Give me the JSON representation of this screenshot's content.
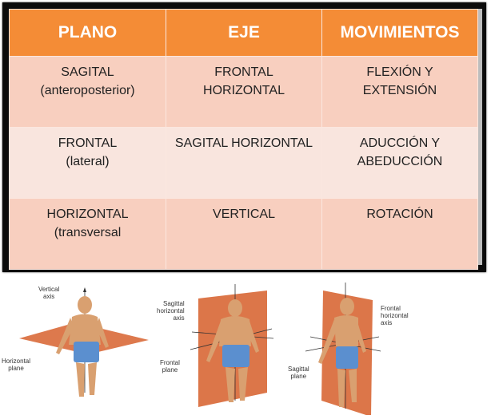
{
  "table": {
    "headers": [
      "PLANO",
      "EJE",
      "MOVIMIENTOS"
    ],
    "rows": [
      {
        "plano": "SAGITAL",
        "plano_sub": "(anteroposterior)",
        "eje": "FRONTAL",
        "eje_sub": "HORIZONTAL",
        "mov": "FLEXIÓN Y",
        "mov_sub": "EXTENSIÓN"
      },
      {
        "plano": "FRONTAL",
        "plano_sub": "(lateral)",
        "eje": "SAGITAL HORIZONTAL",
        "eje_sub": "",
        "mov": "ADUCCIÓN Y",
        "mov_sub": "ABEDUCCIÓN"
      },
      {
        "plano": "HORIZONTAL",
        "plano_sub": "(transversal",
        "eje": "VERTICAL",
        "eje_sub": "",
        "mov": "ROTACIÓN",
        "mov_sub": ""
      }
    ]
  },
  "illustrations": [
    {
      "labels": {
        "axis_1": "Vertical",
        "axis_2": "axis",
        "plane_1": "Horizontal",
        "plane_2": "plane"
      }
    },
    {
      "labels": {
        "axis_1": "Sagittal",
        "axis_2": "horizontal",
        "axis_3": "axis",
        "plane_1": "Frontal",
        "plane_2": "plane"
      }
    },
    {
      "labels": {
        "axis_1": "Frontal",
        "axis_2": "horizontal",
        "axis_3": "axis",
        "plane_1": "Sagittal",
        "plane_2": "plane"
      }
    }
  ],
  "colors": {
    "header": "#f48c36",
    "row_dark": "#f8cfbf",
    "row_light": "#f9e5de",
    "plane": "#d96a3a",
    "frame": "#0b0b0b"
  }
}
